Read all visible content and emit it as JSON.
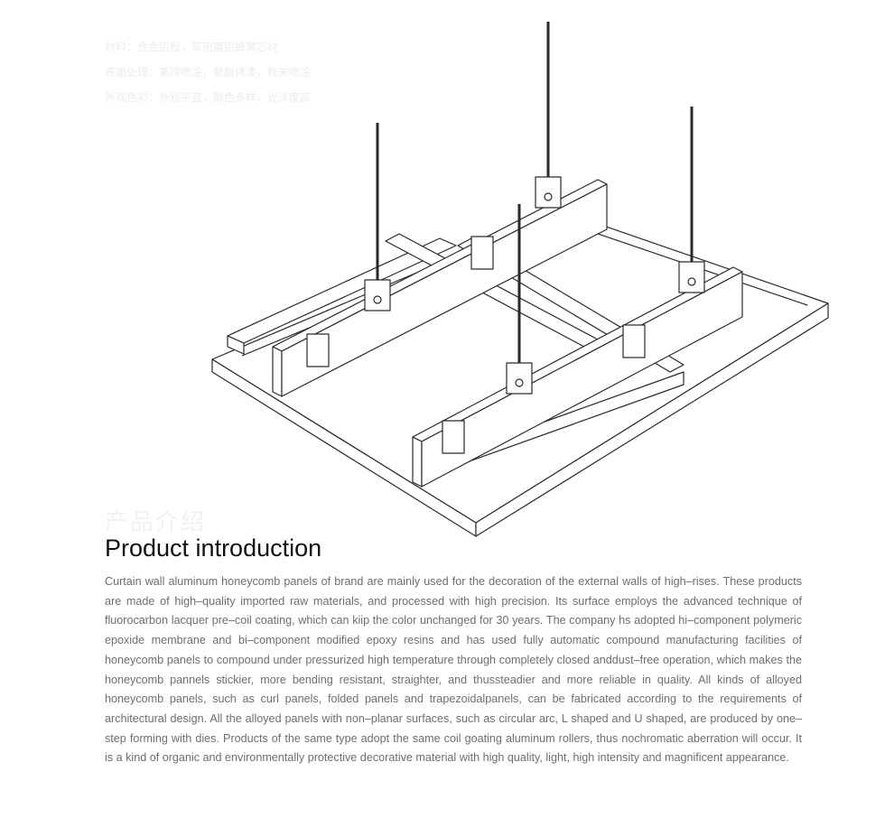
{
  "spec_lines": [
    "材料：合金铝板，高密度铝蜂窝芯材",
    "表面处理：氟碳喷涂，聚酯烤漆，粉末喷涂",
    "外观色彩：外观平直，颜色多样，光泽度高"
  ],
  "title_cn": "产品介绍",
  "title_en": "Product introduction",
  "body": "Curtain wall aluminum honeycomb panels of brand are mainly used for the decoration of the external walls of high–rises. These products are made of high–quality imported raw materials, and processed with high precision. Its surface employs the advanced technique of fluorocarbon lacquer pre–coil coating, which can kiip the color unchanged for 30 years. The company hs adopted hi–component polymeric epoxide membrane and bi–component modified epoxy resins and has used fully automatic compound manufacturing facilities of honeycomb panels to compound under pressurized high temperature through completely closed anddust–free operation, which makes the honeycomb pannels stickier, more bending resistant, straighter, and thussteadier and more reliable in quality. All kinds of alloyed honeycomb panels, such as curl panels, folded panels and trapezoidalpanels, can be fabricated according to the requirements of architectural design. All the alloyed panels with non–planar surfaces, such as circular arc, L shaped and U shaped, are produced by one–step forming with dies. Products of the same type adopt the same coil goating aluminum rollers, thus nochromatic aberration will occur. It is a kind of organic and environmentally protective decorative material with high quality, light, high intensity and magnificent appearance.",
  "colors": {
    "line": "#2a2a2a",
    "text": "#6e6e6e",
    "title": "#111111",
    "faint": "#ececec"
  },
  "icons": {
    "figure": "ceiling-suspension-assembly-drawing"
  }
}
